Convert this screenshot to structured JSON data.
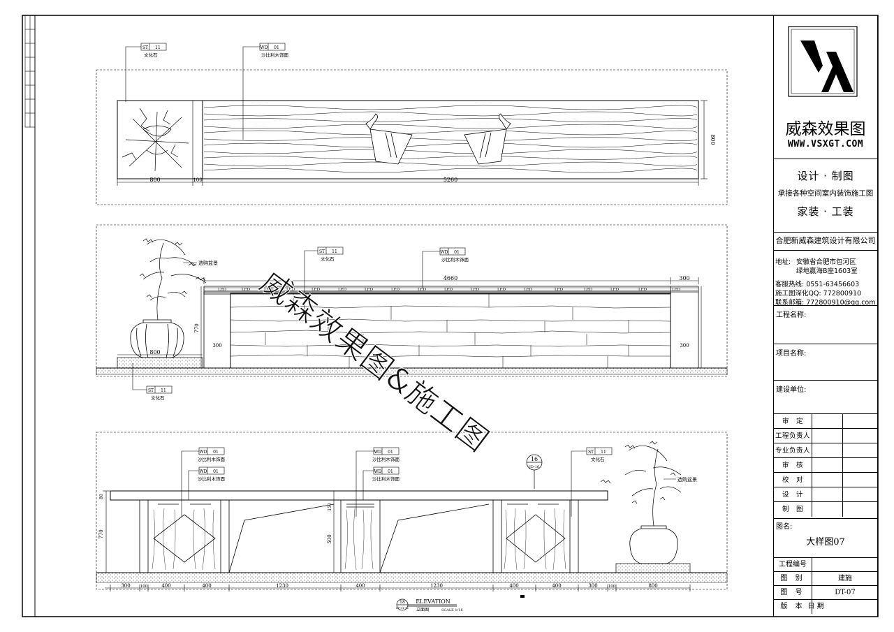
{
  "brand": {
    "name": "威森效果图",
    "url": "WWW.VSXGT.COM"
  },
  "service": {
    "line1": "设计 · 制图",
    "line2": "承接各种空间室内装饰施工图",
    "line3": "家装 · 工装"
  },
  "company": {
    "name": "合肥新威森建筑设计有限公司",
    "address_label": "地址:",
    "address_line1": "安徽省合肥市包河区",
    "address_line2": "绿地赢海B座1603室",
    "hotline": "客服热线: 0551-63456603",
    "qq": "施工图深化QQ: 772800910",
    "email": "联系邮箱: 772800910@qq.com"
  },
  "fields": {
    "project_name": "工程名称:",
    "item_name": "项目名称:",
    "client": "建设单位:"
  },
  "approvals": [
    "审　定",
    "工程负责人",
    "专业负责人",
    "审　核",
    "校　对",
    "设　计",
    "制　图"
  ],
  "drawing": {
    "name_label": "图名:",
    "name_value": "大样图07",
    "project_no_label": "工程编号",
    "category_label": "图 别",
    "category_value": "建施",
    "sheet_no_label": "图 号",
    "sheet_no_value": "DT-07",
    "version_label": "版 本",
    "date_label": "日 期"
  },
  "watermark": "威森效果图&施工图",
  "plan": {
    "tag1_code": "ST",
    "tag1_num": "11",
    "tag1_desc": "文化石",
    "tag2_code": "WD",
    "tag2_num": "01",
    "tag2_desc": "沙比利木饰面",
    "dim_left": "800",
    "dim_gap": "100",
    "dim_main": "5260",
    "dim_height": "800"
  },
  "front": {
    "tag1_code": "ST",
    "tag1_num": "11",
    "tag1_desc": "文化石",
    "tag2_code": "WD",
    "tag2_num": "01",
    "tag2_desc": "沙比利木饰面",
    "tag3_code": "ST",
    "tag3_num": "11",
    "tag3_desc": "文化石",
    "plant_label": "选购盆景",
    "led": "LED",
    "dim_top": "4660",
    "dim_300a": "300",
    "dim_770": "770",
    "dim_300b": "300",
    "dim_800": "800",
    "dim_300r1": "300",
    "dim_300r2": "300"
  },
  "elev": {
    "tagA_code": "WD",
    "tagA_num": "01",
    "tagA_desc": "沙比利木饰面",
    "tagB_code": "WD",
    "tagB_num": "01",
    "tagB_desc": "沙比利木饰面",
    "tagC_code": "WD",
    "tagC_num": "01",
    "tagC_desc": "沙比利木饰面",
    "tagD_code": "WD",
    "tagD_num": "01",
    "tagD_desc": "沙比利木饰面",
    "tagE_code": "ST",
    "tagE_num": "11",
    "tagE_desc": "文化石",
    "plant_label": "选购盆景",
    "section_num": "16",
    "section_ref": "JD-16",
    "dims_bottom": [
      "300",
      "100",
      "400",
      "400",
      "1230",
      "400",
      "1230",
      "400",
      "400",
      "300",
      "100",
      "800"
    ],
    "dim_770": "770",
    "dim_80": "80",
    "dim_150": "150",
    "dim_500": "500",
    "title": "ELEVATION",
    "title_cn": "立面图",
    "scale": "SCALE 1/16",
    "title_num": "18",
    "title_ref": "LP-01-12"
  }
}
